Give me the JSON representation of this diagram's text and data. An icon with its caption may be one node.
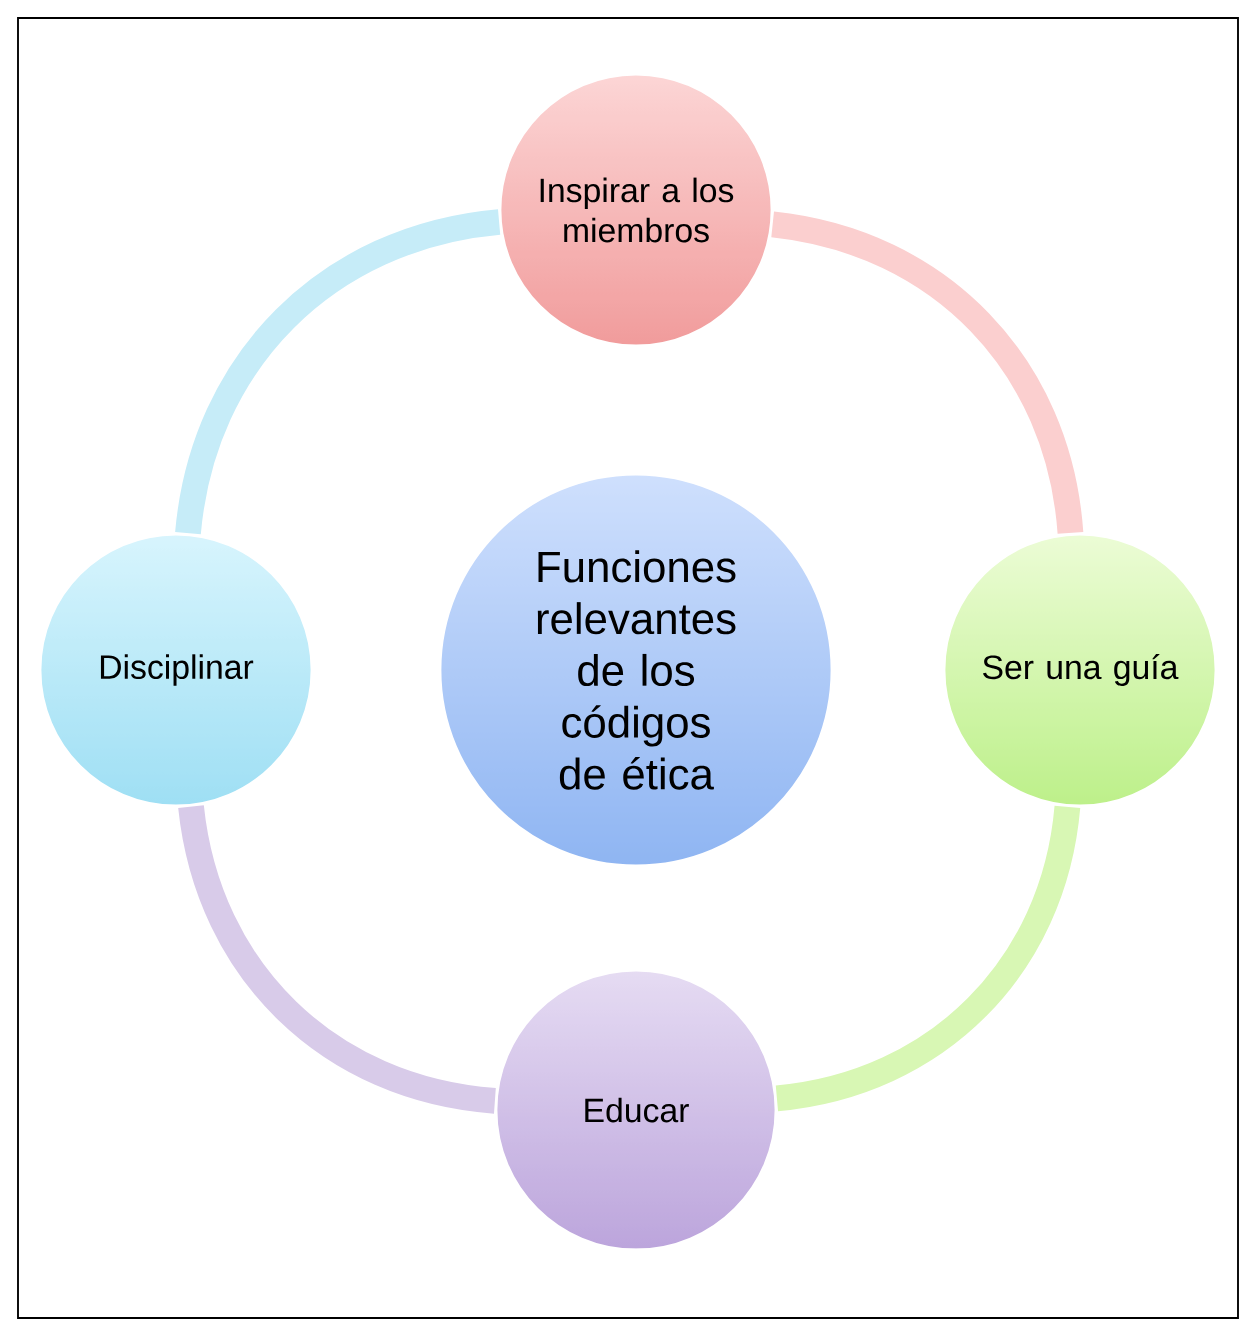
{
  "diagram": {
    "nodes": [
      {
        "text": [
          "Inspirar a los miembros"
        ]
      },
      {
        "text": [
          "Disciplinar"
        ]
      },
      {
        "text": [
          "Funciones relevantes de los códigos de ética"
        ]
      },
      {
        "text": [
          "Ser una guía"
        ]
      },
      {
        "text": [
          "Educar"
        ]
      }
    ],
    "edges": [
      {
        "from": 0,
        "to": 3,
        "arrow": "none",
        "color": "#fbcfcf"
      },
      {
        "from": 3,
        "to": 4,
        "arrow": "none",
        "color": "#d8f7b4"
      },
      {
        "from": 4,
        "to": 1,
        "arrow": "none",
        "color": "#d8cbe9"
      },
      {
        "from": 1,
        "to": 0,
        "arrow": "none",
        "color": "#c6ecf8"
      }
    ]
  }
}
